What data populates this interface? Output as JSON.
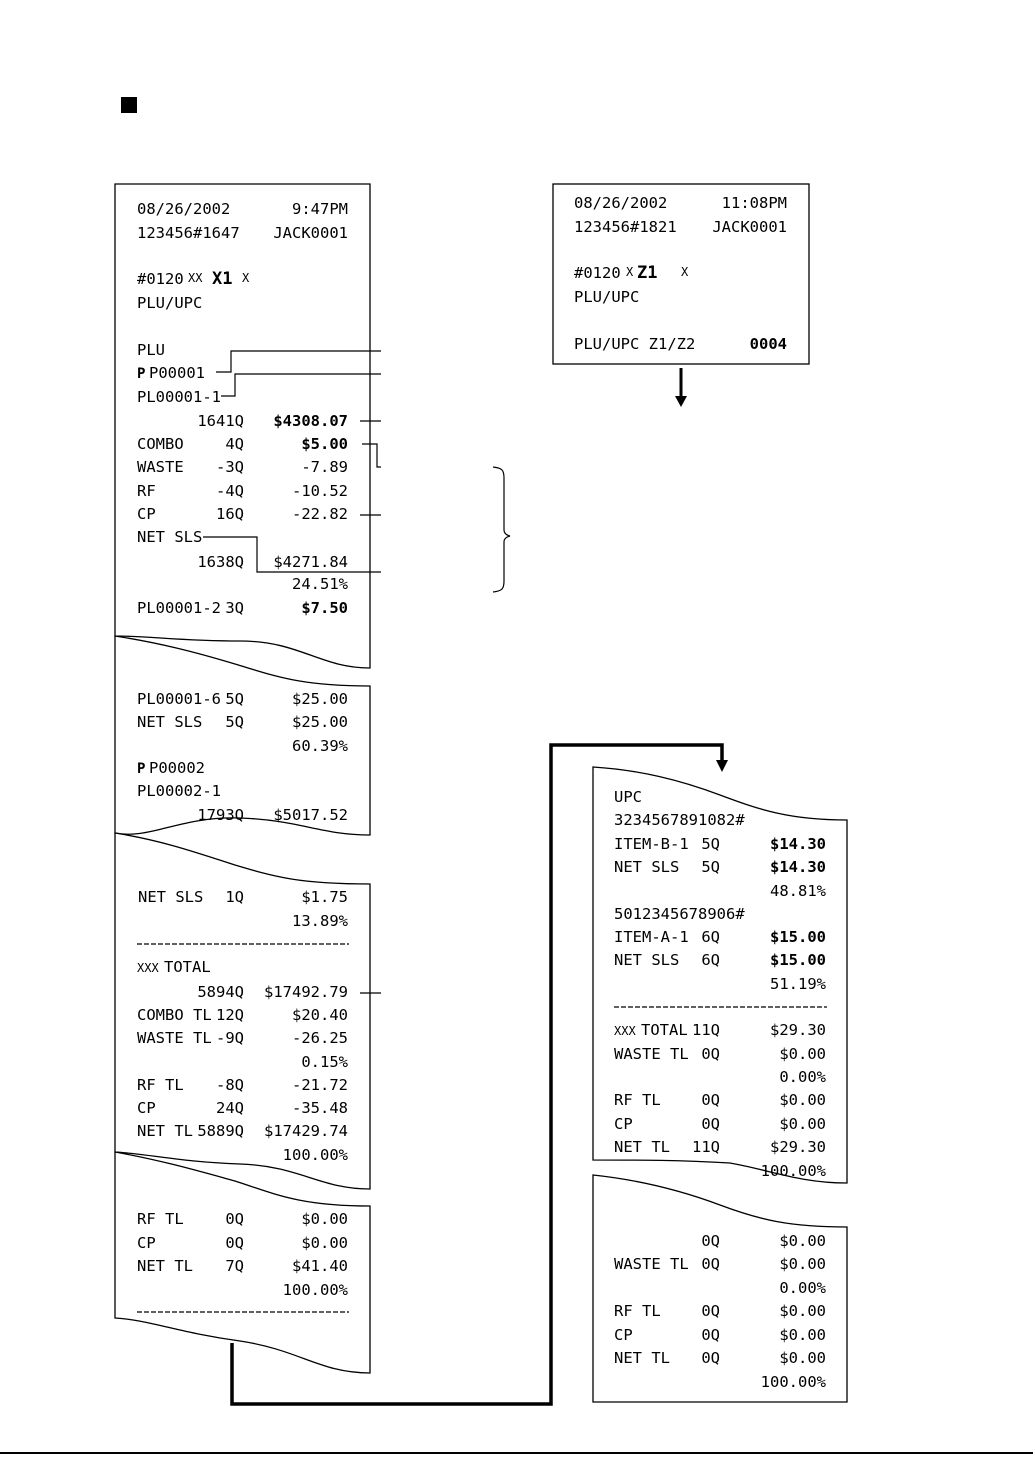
{
  "left_receipt": {
    "header": {
      "date": "08/26/2002",
      "time": "9:47PM",
      "machine": "123456#1647",
      "clerk": "JACK0001",
      "report_no": "#0120",
      "mode": "X1",
      "title": "PLU/UPC"
    },
    "section": "PLU",
    "dept_1": "P00001",
    "plu_1": "PL00001-1",
    "plu_1_qty": "1641Q",
    "plu_1_amount": "$4308.07",
    "combo": {
      "label": "COMBO",
      "qty": "4Q",
      "amount": "$5.00"
    },
    "waste": {
      "label": "WASTE",
      "qty": "-3Q",
      "amount": "-7.89"
    },
    "rf": {
      "label": "RF",
      "qty": "-4Q",
      "amount": "-10.52"
    },
    "cp": {
      "label": "CP",
      "qty": "16Q",
      "amount": "-22.82"
    },
    "net_sls_label": "NET SLS",
    "net_sls_qty": "1638Q",
    "net_sls_amount": "$4271.84",
    "net_sls_pct": "24.51%",
    "plu_2": {
      "label": "PL00001-2",
      "qty": "3Q",
      "amount": "$7.50"
    },
    "part2": {
      "plu_6": {
        "label": "PL00001-6",
        "qty": "5Q",
        "amount": "$25.00"
      },
      "net_sls": {
        "label": "NET SLS",
        "qty": "5Q",
        "amount": "$25.00"
      },
      "pct": "60.39%",
      "dept_2": "P00002",
      "plu_21": "PL00002-1",
      "plu_21_qty": "1793Q",
      "plu_21_amount": "$5017.52"
    },
    "part3": {
      "net_sls": {
        "label": "NET SLS",
        "qty": "1Q",
        "amount": "$1.75"
      },
      "pct": "13.89%",
      "total_label": "TOTAL",
      "total_qty": "5894Q",
      "total_amount": "$17492.79",
      "combo_tl": {
        "label": "COMBO TL",
        "qty": "12Q",
        "amount": "$20.40"
      },
      "waste_tl": {
        "label": "WASTE TL",
        "qty": "-9Q",
        "amount": "-26.25"
      },
      "waste_pct": "0.15%",
      "rf_tl": {
        "label": "RF TL",
        "qty": "-8Q",
        "amount": "-21.72"
      },
      "cp": {
        "label": "CP",
        "qty": "24Q",
        "amount": "-35.48"
      },
      "net_tl": {
        "label": "NET TL",
        "qty": "5889Q",
        "amount": "$17429.74"
      },
      "net_pct": "100.00%"
    },
    "part4": {
      "rf_tl": {
        "label": "RF TL",
        "qty": "0Q",
        "amount": "$0.00"
      },
      "cp": {
        "label": "CP",
        "qty": "0Q",
        "amount": "$0.00"
      },
      "net_tl": {
        "label": "NET TL",
        "qty": "7Q",
        "amount": "$41.40"
      },
      "pct": "100.00%"
    }
  },
  "right_receipt": {
    "header": {
      "date": "08/26/2002",
      "time": "11:08PM",
      "machine": "123456#1821",
      "clerk": "JACK0001",
      "report_no": "#0120",
      "mode": "Z1",
      "title": "PLU/UPC",
      "counter_label": "PLU/UPC Z1/Z2",
      "counter_value": "0004"
    },
    "part2": {
      "section": "UPC",
      "code_1": "3234567891082#",
      "item_b": {
        "label": "ITEM-B-1",
        "qty": "5Q",
        "amount": "$14.30"
      },
      "net_sls_1": {
        "label": "NET SLS",
        "qty": "5Q",
        "amount": "$14.30"
      },
      "pct_1": "48.81%",
      "code_2": "5012345678906#",
      "item_a": {
        "label": "ITEM-A-1",
        "qty": "6Q",
        "amount": "$15.00"
      },
      "net_sls_2": {
        "label": "NET SLS",
        "qty": "6Q",
        "amount": "$15.00"
      },
      "pct_2": "51.19%",
      "total": {
        "label": "TOTAL",
        "qty": "11Q",
        "amount": "$29.30"
      },
      "waste_tl": {
        "label": "WASTE TL",
        "qty": "0Q",
        "amount": "$0.00"
      },
      "waste_pct": "0.00%",
      "rf_tl": {
        "label": "RF TL",
        "qty": "0Q",
        "amount": "$0.00"
      },
      "cp": {
        "label": "CP",
        "qty": "0Q",
        "amount": "$0.00"
      },
      "net_tl": {
        "label": "NET TL",
        "qty": "11Q",
        "amount": "$29.30"
      },
      "net_pct": "100.00%"
    },
    "part3": {
      "first": {
        "qty": "0Q",
        "amount": "$0.00"
      },
      "waste_tl": {
        "label": "WASTE TL",
        "qty": "0Q",
        "amount": "$0.00"
      },
      "waste_pct": "0.00%",
      "rf_tl": {
        "label": "RF TL",
        "qty": "0Q",
        "amount": "$0.00"
      },
      "cp": {
        "label": "CP",
        "qty": "0Q",
        "amount": "$0.00"
      },
      "net_tl": {
        "label": "NET TL",
        "qty": "0Q",
        "amount": "$0.00"
      },
      "pct": "100.00%"
    }
  }
}
